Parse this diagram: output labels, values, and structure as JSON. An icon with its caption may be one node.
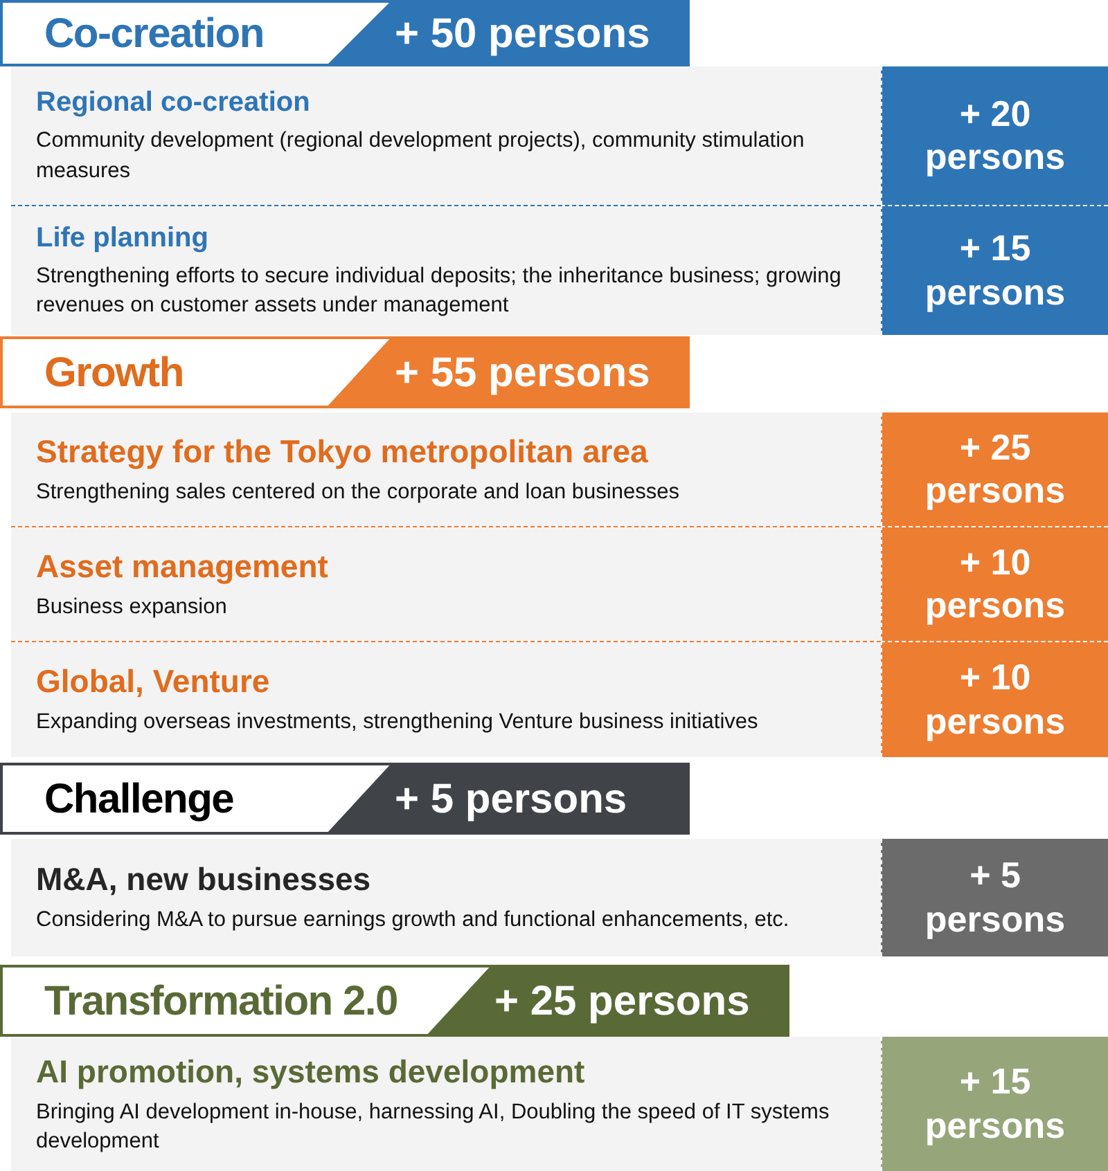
{
  "diagram": {
    "nodes": [
      {
        "text": [
          "Co-creation",
          "+ 50 persons"
        ]
      },
      {
        "text": [
          "Regional co-creation",
          "Community development (regional development projects), community stimulation measures"
        ]
      },
      {
        "text": [
          "+ 20 persons"
        ]
      },
      {
        "text": [
          "Life planning",
          "Strengthening efforts to secure individual deposits; the inheritance business; growing revenues on customer assets under management"
        ]
      },
      {
        "text": [
          "+ 15 persons"
        ]
      },
      {
        "text": [
          "Growth",
          "+ 55 persons"
        ]
      },
      {
        "text": [
          "Strategy for the Tokyo metropolitan area",
          "Strengthening sales centered on the corporate and loan businesses"
        ]
      },
      {
        "text": [
          "+ 25 persons"
        ]
      },
      {
        "text": [
          "Asset management",
          "Business expansion"
        ]
      },
      {
        "text": [
          "+ 10 persons"
        ]
      },
      {
        "text": [
          "Global, Venture",
          "Expanding overseas investments, strengthening Venture business initiatives"
        ]
      },
      {
        "text": [
          "+ 10 persons"
        ]
      },
      {
        "text": [
          "Challenge",
          "+ 5 persons"
        ]
      },
      {
        "text": [
          "M&A, new businesses",
          "Considering M&A to pursue earnings growth and functional enhancements, etc."
        ]
      },
      {
        "text": [
          "+ 5 persons"
        ]
      },
      {
        "text": [
          "Transformation 2.0",
          "+ 25 persons"
        ]
      },
      {
        "text": [
          "AI promotion, systems development",
          "Bringing AI development in-house, harnessing AI, Doubling the speed of IT systems development"
        ]
      },
      {
        "text": [
          "+ 15 persons"
        ]
      }
    ]
  }
}
